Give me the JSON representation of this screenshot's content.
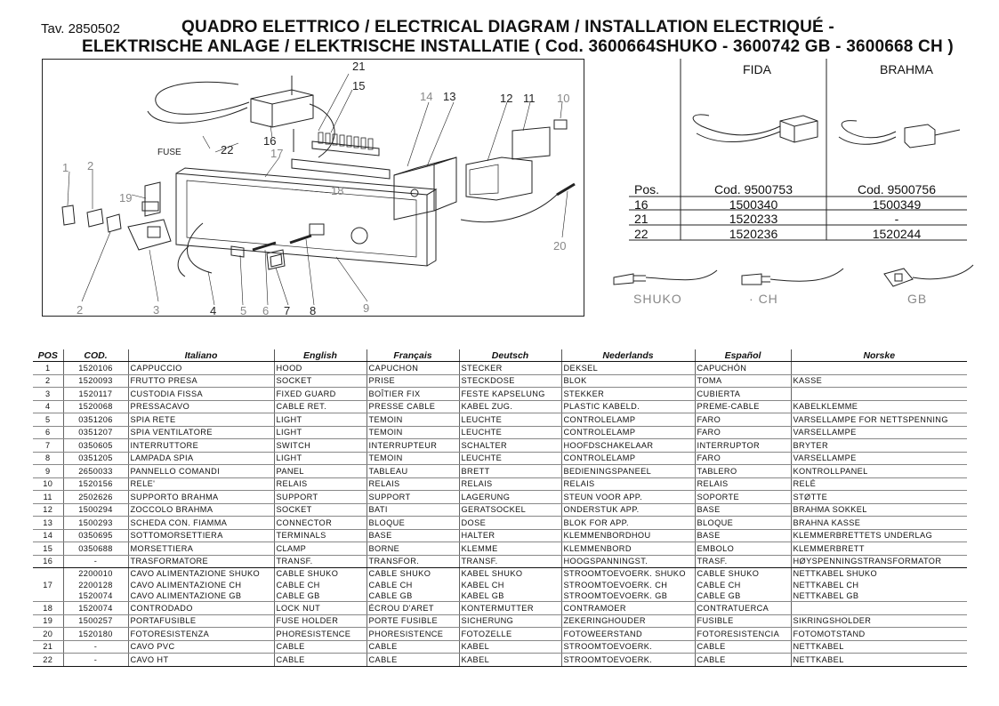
{
  "header": {
    "tav": "Tav. 2850502",
    "title_line1": "QUADRO ELETTRICO / ELECTRICAL DIAGRAM / INSTALLATION ELECTRIQUÉ -",
    "title_line2": "ELEKTRISCHE ANLAGE / ELEKTRISCHE INSTALLATIE ( Cod. 3600664SHUKO - 3600742 GB - 3600668 CH )"
  },
  "diagram": {
    "fuse_label": "FUSE",
    "callouts": [
      "1",
      "2",
      "3",
      "4",
      "5",
      "6",
      "7",
      "8",
      "9",
      "10",
      "11",
      "12",
      "13",
      "14",
      "15",
      "16",
      "17",
      "18",
      "19",
      "20",
      "21",
      "22"
    ]
  },
  "variants": {
    "columns": [
      "FIDA",
      "BRAHMA"
    ],
    "table_headers": [
      "Pos.",
      "Cod. 9500753",
      "Cod. 9500756"
    ],
    "rows": [
      [
        "16",
        "1500340",
        "1500349"
      ],
      [
        "21",
        "1520233",
        "-"
      ],
      [
        "22",
        "1520236",
        "1520244"
      ]
    ]
  },
  "plugs": [
    {
      "label": "SHUKO",
      "icon": "shuko-plug-icon"
    },
    {
      "label": "CH",
      "icon": "ch-plug-icon"
    },
    {
      "label": "GB",
      "icon": "gb-plug-icon"
    }
  ],
  "parts_table": {
    "headers": [
      "POS",
      "COD.",
      "Italiano",
      "English",
      "Français",
      "Deutsch",
      "Nederlands",
      "Español",
      "Norske"
    ],
    "rows": [
      [
        "1",
        "1520106",
        "CAPPUCCIO",
        "HOOD",
        "CAPUCHON",
        "STECKER",
        "DEKSEL",
        "CAPUCHÓN",
        ""
      ],
      [
        "2",
        "1520093",
        "FRUTTO PRESA",
        "SOCKET",
        "PRISE",
        "STECKDOSE",
        "BLOK",
        "TOMA",
        "KASSE"
      ],
      [
        "3",
        "1520117",
        "CUSTODIA FISSA",
        "FIXED GUARD",
        "BOÎTIER FIX",
        "FESTE KAPSELUNG",
        "STEKKER",
        "CUBIERTA",
        ""
      ],
      [
        "4",
        "1520068",
        "PRESSACAVO",
        "CABLE RET.",
        "PRESSE CABLE",
        "KABEL ZUG.",
        "PLASTIC KABELD.",
        "PREME-CABLE",
        "KABELKLEMME"
      ],
      [
        "5",
        "0351206",
        "SPIA RETE",
        "LIGHT",
        "TEMOIN",
        "LEUCHTE",
        "CONTROLELAMP",
        "FARO",
        "VARSELLAMPE FOR NETTSPENNING"
      ],
      [
        "6",
        "0351207",
        "SPIA VENTILATORE",
        "LIGHT",
        "TEMOIN",
        "LEUCHTE",
        "CONTROLELAMP",
        "FARO",
        "VARSELLAMPE"
      ],
      [
        "7",
        "0350605",
        "INTERRUTTORE",
        "SWITCH",
        "INTERRUPTEUR",
        "SCHALTER",
        "HOOFDSCHAKELAAR",
        "INTERRUPTOR",
        "BRYTER"
      ],
      [
        "8",
        "0351205",
        "LAMPADA SPIA",
        "LIGHT",
        "TEMOIN",
        "LEUCHTE",
        "CONTROLELAMP",
        "FARO",
        "VARSELLAMPE"
      ],
      [
        "9",
        "2650033",
        "PANNELLO COMANDI",
        "PANEL",
        "TABLEAU",
        "BRETT",
        "BEDIENINGSPANEEL",
        "TABLERO",
        "KONTROLLPANEL"
      ],
      [
        "10",
        "1520156",
        "RELE'",
        "RELAIS",
        "RELAIS",
        "RELAIS",
        "RELAIS",
        "RELAIS",
        "RELÉ"
      ],
      [
        "11",
        "2502626",
        "SUPPORTO BRAHMA",
        "SUPPORT",
        "SUPPORT",
        "LAGERUNG",
        "STEUN VOOR APP.",
        "SOPORTE",
        "STØTTE"
      ],
      [
        "12",
        "1500294",
        "ZOCCOLO BRAHMA",
        "SOCKET",
        "BATI",
        "GERATSOCKEL",
        "ONDERSTUK APP.",
        "BASE",
        "BRAHMA SOKKEL"
      ],
      [
        "13",
        "1500293",
        "SCHEDA CON. FIAMMA",
        "CONNECTOR",
        "BLOQUE",
        "DOSE",
        "BLOK FOR APP.",
        "BLOQUE",
        "BRAHNA KASSE"
      ],
      [
        "14",
        "0350695",
        "SOTTOMORSETTIERA",
        "TERMINALS",
        "BASE",
        "HALTER",
        "KLEMMENBORDHOU",
        "BASE",
        "KLEMMERBRETTETS UNDERLAG"
      ],
      [
        "15",
        "0350688",
        "MORSETTIERA",
        "CLAMP",
        "BORNE",
        "KLEMME",
        "KLEMMENBORD",
        "EMBOLO",
        "KLEMMERBRETT"
      ],
      [
        "16",
        "-",
        "TRASFORMATORE",
        "TRANSF.",
        "TRANSFOR.",
        "TRANSF.",
        "HOOGSPANNINGST.",
        "TRASF.",
        "HØYSPENNINGSTRANSFORMATOR"
      ]
    ],
    "row17": {
      "pos": "17",
      "sub": [
        [
          "2200010",
          "CAVO ALIMENTAZIONE SHUKO",
          "CABLE SHUKO",
          "CABLE SHUKO",
          "KABEL SHUKO",
          "STROOMTOEVOERK. SHUKO",
          "CABLE SHUKO",
          "NETTKABEL SHUKO"
        ],
        [
          "2200128",
          "CAVO ALIMENTAZIONE  CH",
          "CABLE CH",
          "CABLE CH",
          "KABEL CH",
          "STROOMTOEVOERK. CH",
          "CABLE CH",
          "NETTKABEL CH"
        ],
        [
          "1520074",
          "CAVO ALIMENTAZIONE  GB",
          "CABLE GB",
          "CABLE GB",
          "KABEL GB",
          "STROOMTOEVOERK. GB",
          "CABLE GB",
          "NETTKABEL GB"
        ]
      ]
    },
    "rows_after": [
      [
        "18",
        "1520074",
        "CONTRODADO",
        "LOCK NUT",
        "ÉCROU D'ARET",
        "KONTERMUTTER",
        "CONTRAMOER",
        "CONTRATUERCA",
        ""
      ],
      [
        "19",
        "1500257",
        "PORTAFUSIBLE",
        "FUSE HOLDER",
        "PORTE FUSIBLE",
        "SICHERUNG",
        "ZEKERINGHOUDER",
        "FUSIBLE",
        "SIKRINGSHOLDER"
      ],
      [
        "20",
        "1520180",
        "FOTORESISTENZA",
        "PHORESISTENCE",
        "PHORESISTENCE",
        "FOTOZELLE",
        "FOTOWEERSTAND",
        "FOTORESISTENCIA",
        "FOTOMOTSTAND"
      ],
      [
        "21",
        "-",
        "CAVO PVC",
        "CABLE",
        "CABLE",
        "KABEL",
        "STROOMTOEVOERK.",
        "CABLE",
        "NETTKABEL"
      ],
      [
        "22",
        "-",
        "CAVO HT",
        "CABLE",
        "CABLE",
        "KABEL",
        "STROOMTOEVOERK.",
        "CABLE",
        "NETTKABEL"
      ]
    ]
  }
}
